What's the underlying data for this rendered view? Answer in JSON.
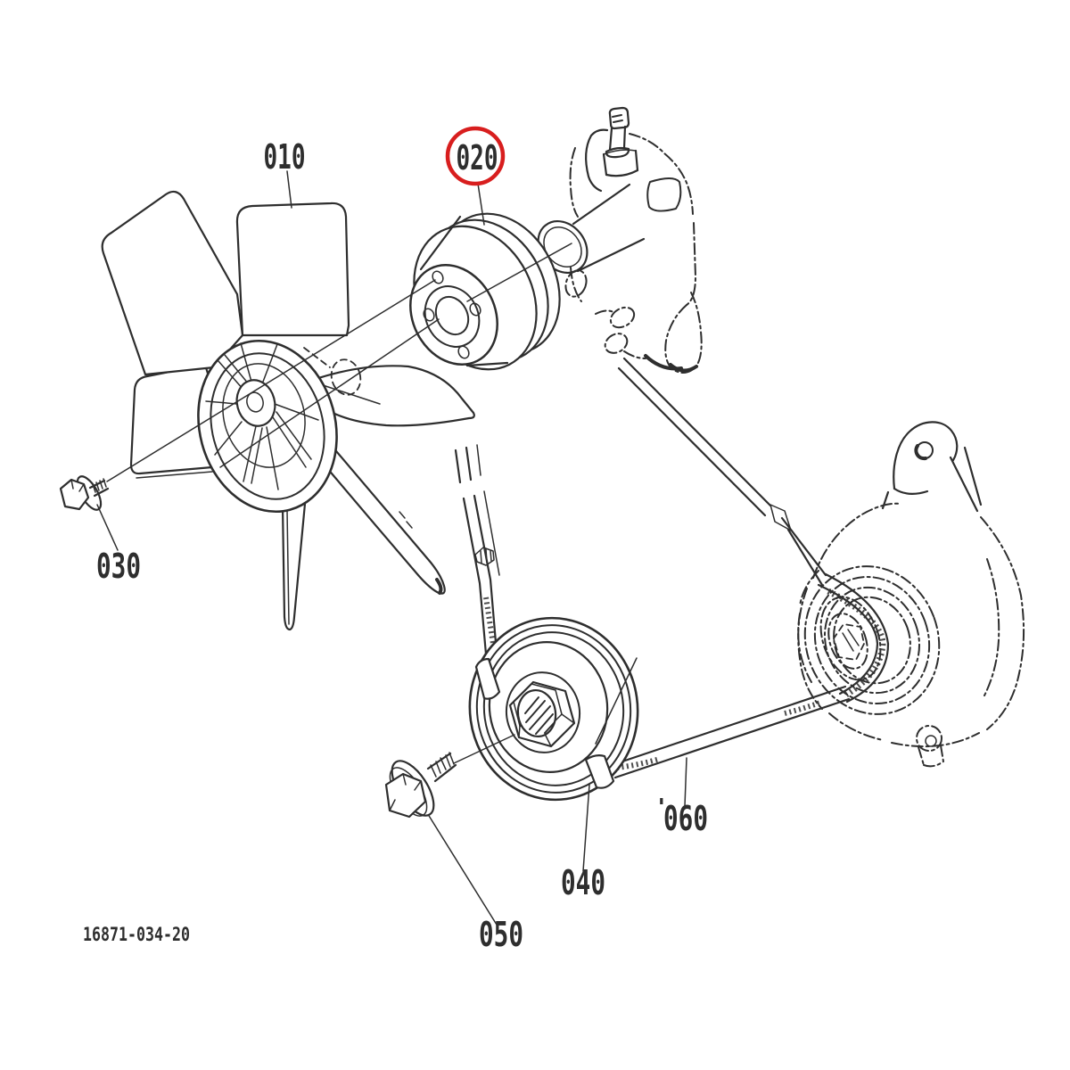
{
  "diagram": {
    "drawing_number": "16871-034-20",
    "callouts": {
      "fan": "010",
      "fan_pulley": "020",
      "fan_bolt": "030",
      "crank_pulley": "040",
      "crank_bolt": "050",
      "belt": "060"
    },
    "marks": {
      "tick": "'"
    },
    "colors": {
      "ink": "#2e2e2e",
      "highlight_ring": "#d81e1e",
      "background": "#ffffff"
    },
    "highlighted_callout": "020"
  }
}
